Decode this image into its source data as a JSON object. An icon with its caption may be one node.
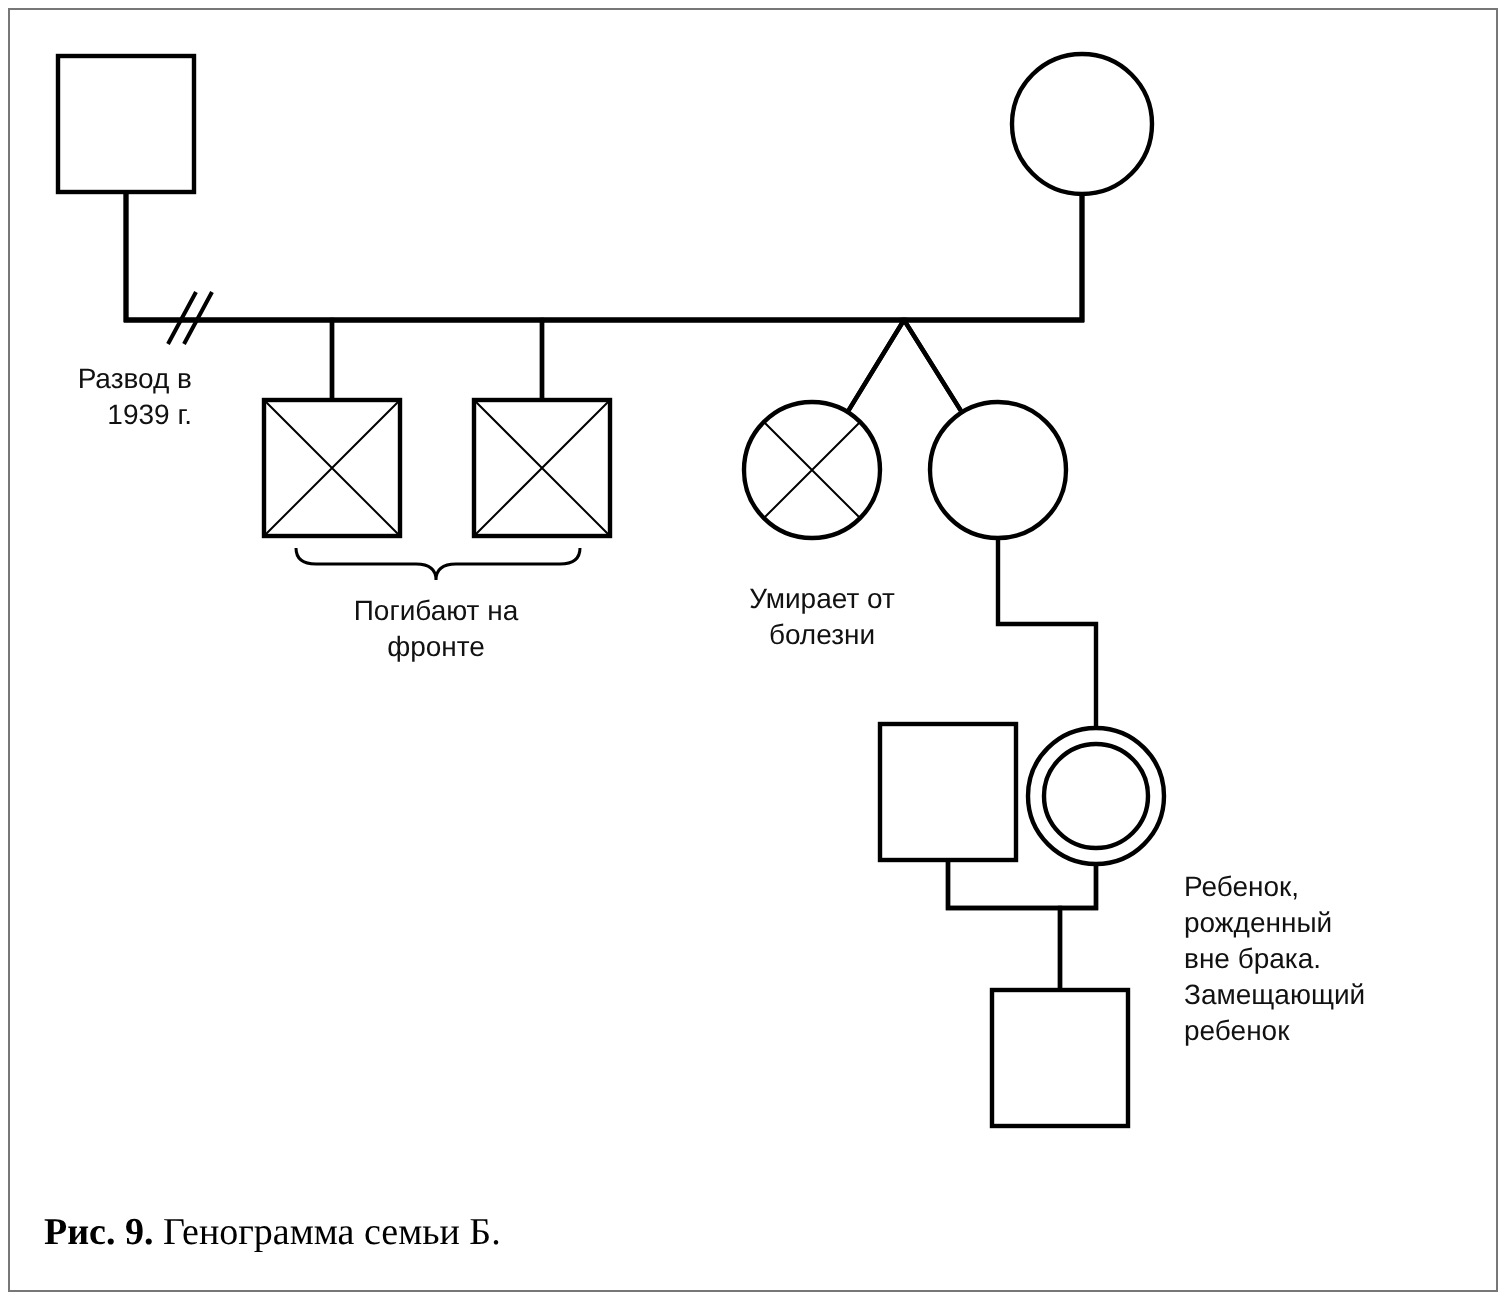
{
  "diagram": {
    "caption": "**Рис. 9.** Генограмма семьи Б.",
    "nodes": [
      {
        "text": [],
        "shape": "box"
      },
      {
        "text": [],
        "shape": "circle"
      },
      {
        "text": [],
        "shape": "box"
      },
      {
        "text": [],
        "shape": "box"
      },
      {
        "text": [],
        "shape": "circle",
        "beside": [
          "Умирает от болезни"
        ]
      },
      {
        "text": [],
        "shape": "circle"
      },
      {
        "text": [],
        "shape": "box"
      },
      {
        "text": [],
        "shape": "circle",
        "beside": [
          "Ребенок, рожденный вне брака. Замещающий ребенок"
        ]
      },
      {
        "text": [],
        "shape": "box"
      }
    ],
    "edges": [
      {
        "from": 0,
        "to": 1,
        "arrow": "none"
      },
      {
        "from": 0,
        "to": 2,
        "arrow": "none"
      },
      {
        "from": 1,
        "to": 2,
        "arrow": "none"
      },
      {
        "from": 0,
        "to": 3,
        "arrow": "none"
      },
      {
        "from": 1,
        "to": 3,
        "arrow": "none"
      },
      {
        "from": 0,
        "to": 4,
        "arrow": "none"
      },
      {
        "from": 1,
        "to": 4,
        "arrow": "none"
      },
      {
        "from": 0,
        "to": 5,
        "arrow": "none"
      },
      {
        "from": 1,
        "to": 5,
        "arrow": "none"
      },
      {
        "from": 5,
        "to": 7,
        "arrow": "none"
      },
      {
        "from": 6,
        "to": 7,
        "arrow": "none"
      },
      {
        "from": 6,
        "to": 8,
        "arrow": "none"
      },
      {
        "from": 7,
        "to": 8,
        "arrow": "none"
      }
    ],
    "labels": [
      "Развод в 1939 г.",
      "Погибают на фронте"
    ]
  }
}
